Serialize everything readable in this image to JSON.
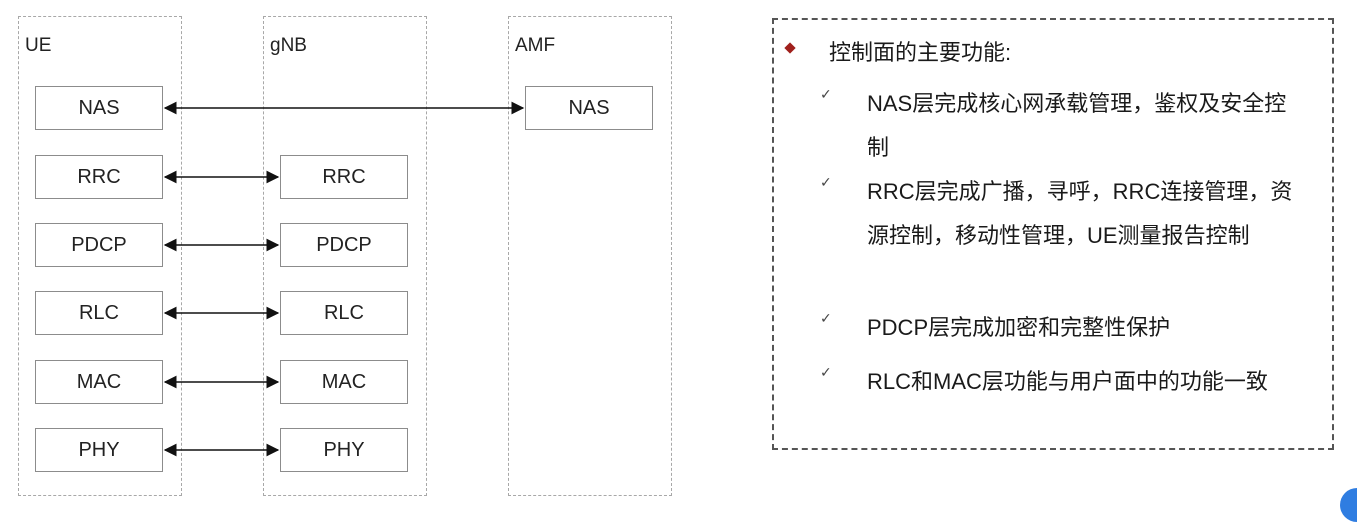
{
  "columns": {
    "ue": "UE",
    "gnb": "gNB",
    "amf": "AMF"
  },
  "ue_layers": [
    "NAS",
    "RRC",
    "PDCP",
    "RLC",
    "MAC",
    "PHY"
  ],
  "gnb_layers": [
    "RRC",
    "PDCP",
    "RLC",
    "MAC",
    "PHY"
  ],
  "amf_layers": [
    "NAS"
  ],
  "functions": {
    "title": "控制面的主要功能:",
    "items": [
      "NAS层完成核心网承载管理，鉴权及安全控制",
      "RRC层完成广播，寻呼，RRC连接管理，资源控制，移动性管理，UE测量报告控制",
      "PDCP层完成加密和完整性保护",
      "RLC和MAC层功能与用户面中的功能一致"
    ]
  },
  "colors": {
    "bullet": "#a0201c",
    "accent_blob": "#2f7de1"
  }
}
